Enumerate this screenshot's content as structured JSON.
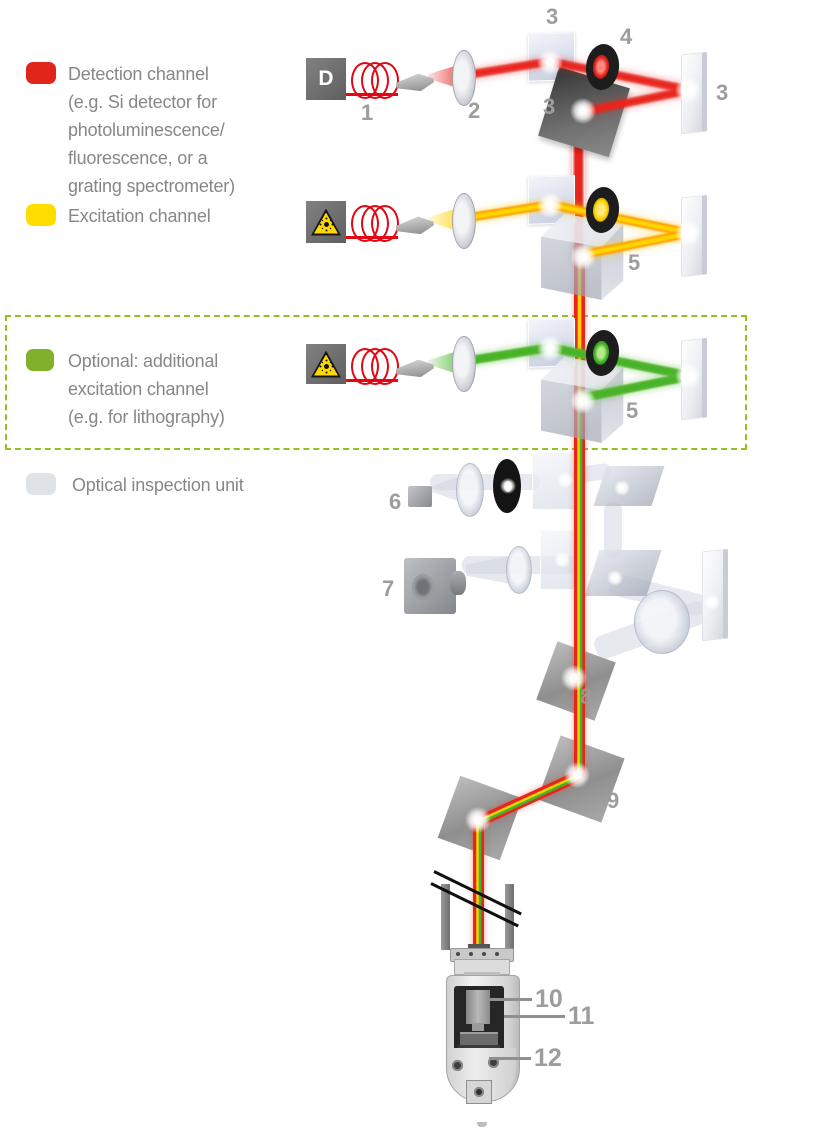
{
  "colors": {
    "beam_red": "#e8251d",
    "beam_yellow": "#ffd500",
    "beam_green": "#45b429",
    "dash_green": "#95c11f",
    "label_gray": "#9d9d9d",
    "text_gray": "#878787"
  },
  "legend": {
    "detection": {
      "swatch": "#e0251b",
      "lines": [
        "Detection channel",
        "(e.g. Si detector for",
        "photoluminescence/",
        "fluorescence, or a",
        "grating spectrometer)"
      ]
    },
    "excitation": {
      "swatch": "#ffdd00",
      "label": "Excitation channel"
    },
    "optional": {
      "swatch": "#7fb22a",
      "lines": [
        "Optional: additional",
        "excitation channel",
        "(e.g. for lithography)"
      ]
    },
    "inspection": {
      "swatch": "#dfe3e8",
      "label": "Optical inspection unit"
    }
  },
  "source": {
    "detector_letter": "D"
  },
  "labels": {
    "n1": "1",
    "n2": "2",
    "n3": "3",
    "n4": "4",
    "n5": "5",
    "n6": "6",
    "n7": "7",
    "n8": "8",
    "n9": "9",
    "n10": "10",
    "n11": "11",
    "n12": "12"
  }
}
